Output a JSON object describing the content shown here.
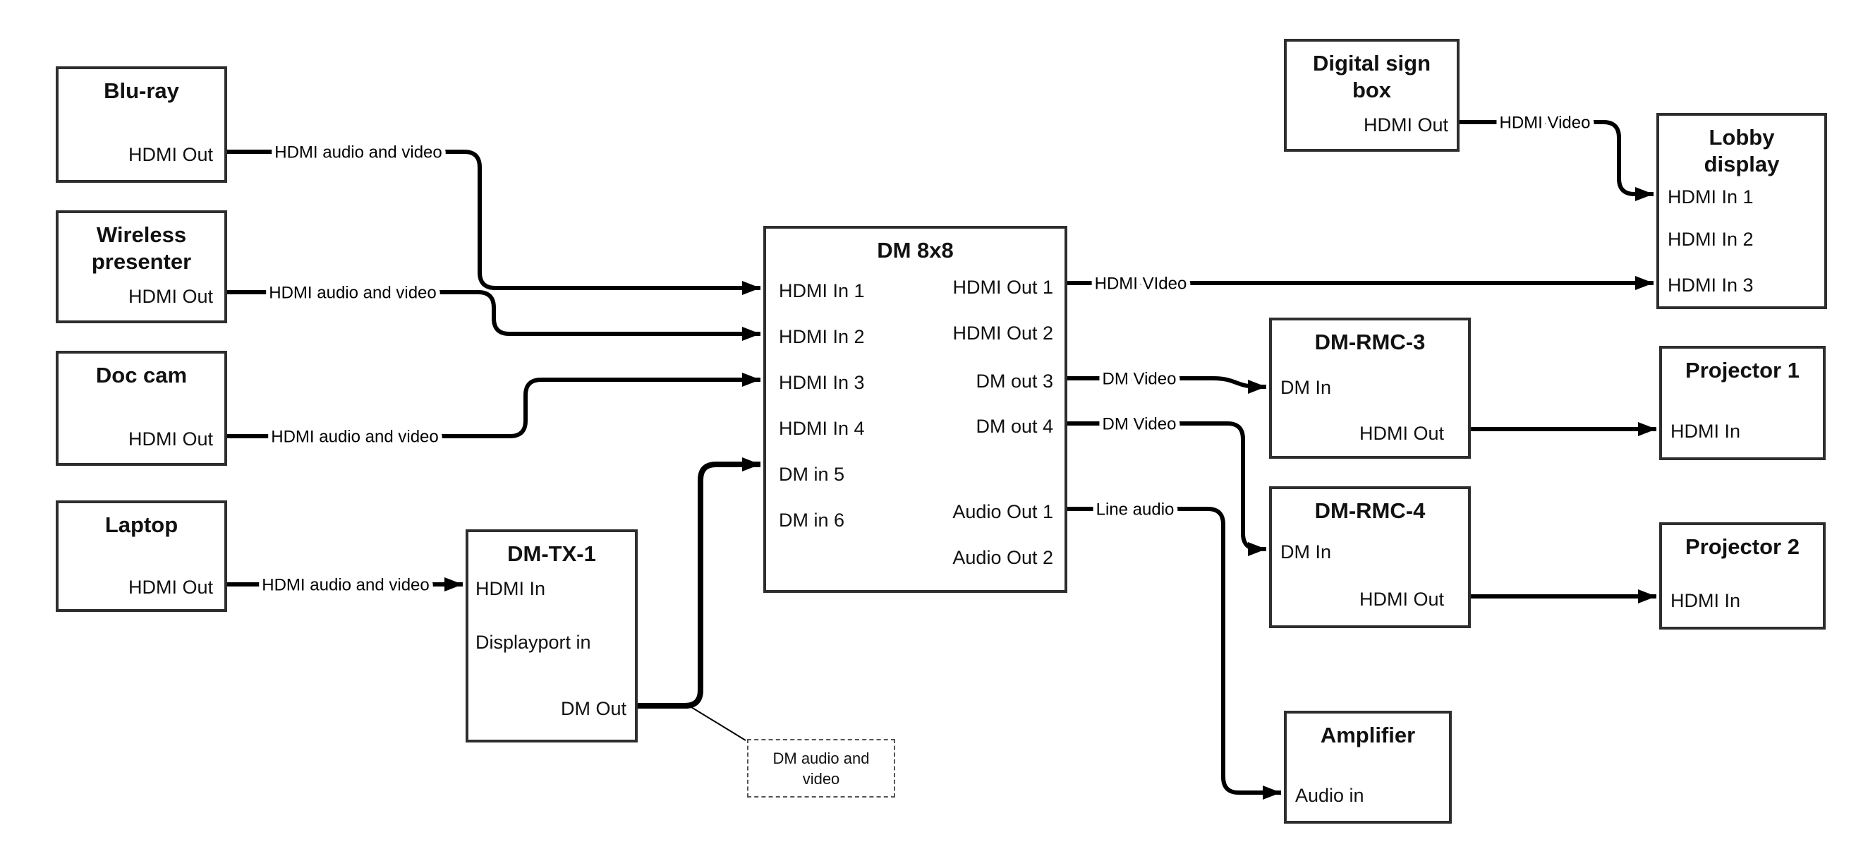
{
  "diagram": {
    "colors": {
      "ink": "#000000",
      "box_border": "#2e2e2e"
    },
    "nodes": [
      {
        "id": "blu-ray",
        "title": "Blu-ray",
        "ports": [
          {
            "label": "HDMI Out"
          }
        ]
      },
      {
        "id": "wireless-presenter",
        "title": "Wireless presenter",
        "ports": [
          {
            "label": "HDMI Out"
          }
        ]
      },
      {
        "id": "doc-cam",
        "title": "Doc cam",
        "ports": [
          {
            "label": "HDMI Out"
          }
        ]
      },
      {
        "id": "laptop",
        "title": "Laptop",
        "ports": [
          {
            "label": "HDMI Out"
          }
        ]
      },
      {
        "id": "dm-tx-1",
        "title": "DM-TX-1",
        "ports": [
          {
            "label": "HDMI In"
          },
          {
            "label": "Displayport in"
          },
          {
            "label": "DM Out"
          }
        ]
      },
      {
        "id": "dm-8x8",
        "title": "DM 8x8",
        "ports": [
          {
            "label": "HDMI In 1"
          },
          {
            "label": "HDMI In 2"
          },
          {
            "label": "HDMI In 3"
          },
          {
            "label": "HDMI In 4"
          },
          {
            "label": "DM in 5"
          },
          {
            "label": "DM in 6"
          },
          {
            "label": "HDMI Out 1"
          },
          {
            "label": "HDMI Out 2"
          },
          {
            "label": "DM out 3"
          },
          {
            "label": "DM out 4"
          },
          {
            "label": "Audio Out 1"
          },
          {
            "label": "Audio Out 2"
          }
        ]
      },
      {
        "id": "digital-sign-box",
        "title": "Digital sign box",
        "ports": [
          {
            "label": "HDMI Out"
          }
        ]
      },
      {
        "id": "lobby-display",
        "title": "Lobby display",
        "ports": [
          {
            "label": "HDMI In 1"
          },
          {
            "label": "HDMI In 2"
          },
          {
            "label": "HDMI In 3"
          }
        ]
      },
      {
        "id": "dm-rmc-3",
        "title": "DM-RMC-3",
        "ports": [
          {
            "label": "DM In"
          },
          {
            "label": "HDMI Out"
          }
        ]
      },
      {
        "id": "projector-1",
        "title": "Projector 1",
        "ports": [
          {
            "label": "HDMI In"
          }
        ]
      },
      {
        "id": "dm-rmc-4",
        "title": "DM-RMC-4",
        "ports": [
          {
            "label": "DM In"
          },
          {
            "label": "HDMI Out"
          }
        ]
      },
      {
        "id": "projector-2",
        "title": "Projector 2",
        "ports": [
          {
            "label": "HDMI In"
          }
        ]
      },
      {
        "id": "amplifier",
        "title": "Amplifier",
        "ports": [
          {
            "label": "Audio in"
          }
        ]
      }
    ],
    "edge_labels": [
      {
        "id": "bluray-to-dm8x8",
        "text": "HDMI audio and video"
      },
      {
        "id": "wireless-to-dm8x8",
        "text": "HDMI audio and video"
      },
      {
        "id": "doccam-to-dm8x8",
        "text": "HDMI audio and video"
      },
      {
        "id": "laptop-to-dmtx1",
        "text": "HDMI audio and video"
      },
      {
        "id": "hdmiout1-to-lobby",
        "text": "HDMI VIdeo"
      },
      {
        "id": "dmout3-to-rmc3",
        "text": "DM Video"
      },
      {
        "id": "dmout4-to-rmc4",
        "text": "DM Video"
      },
      {
        "id": "audioout1-to-amp",
        "text": "Line audio"
      },
      {
        "id": "digitalsign-to-lobby",
        "text": "HDMI Video"
      }
    ],
    "callout": {
      "text": "DM audio and video"
    }
  }
}
